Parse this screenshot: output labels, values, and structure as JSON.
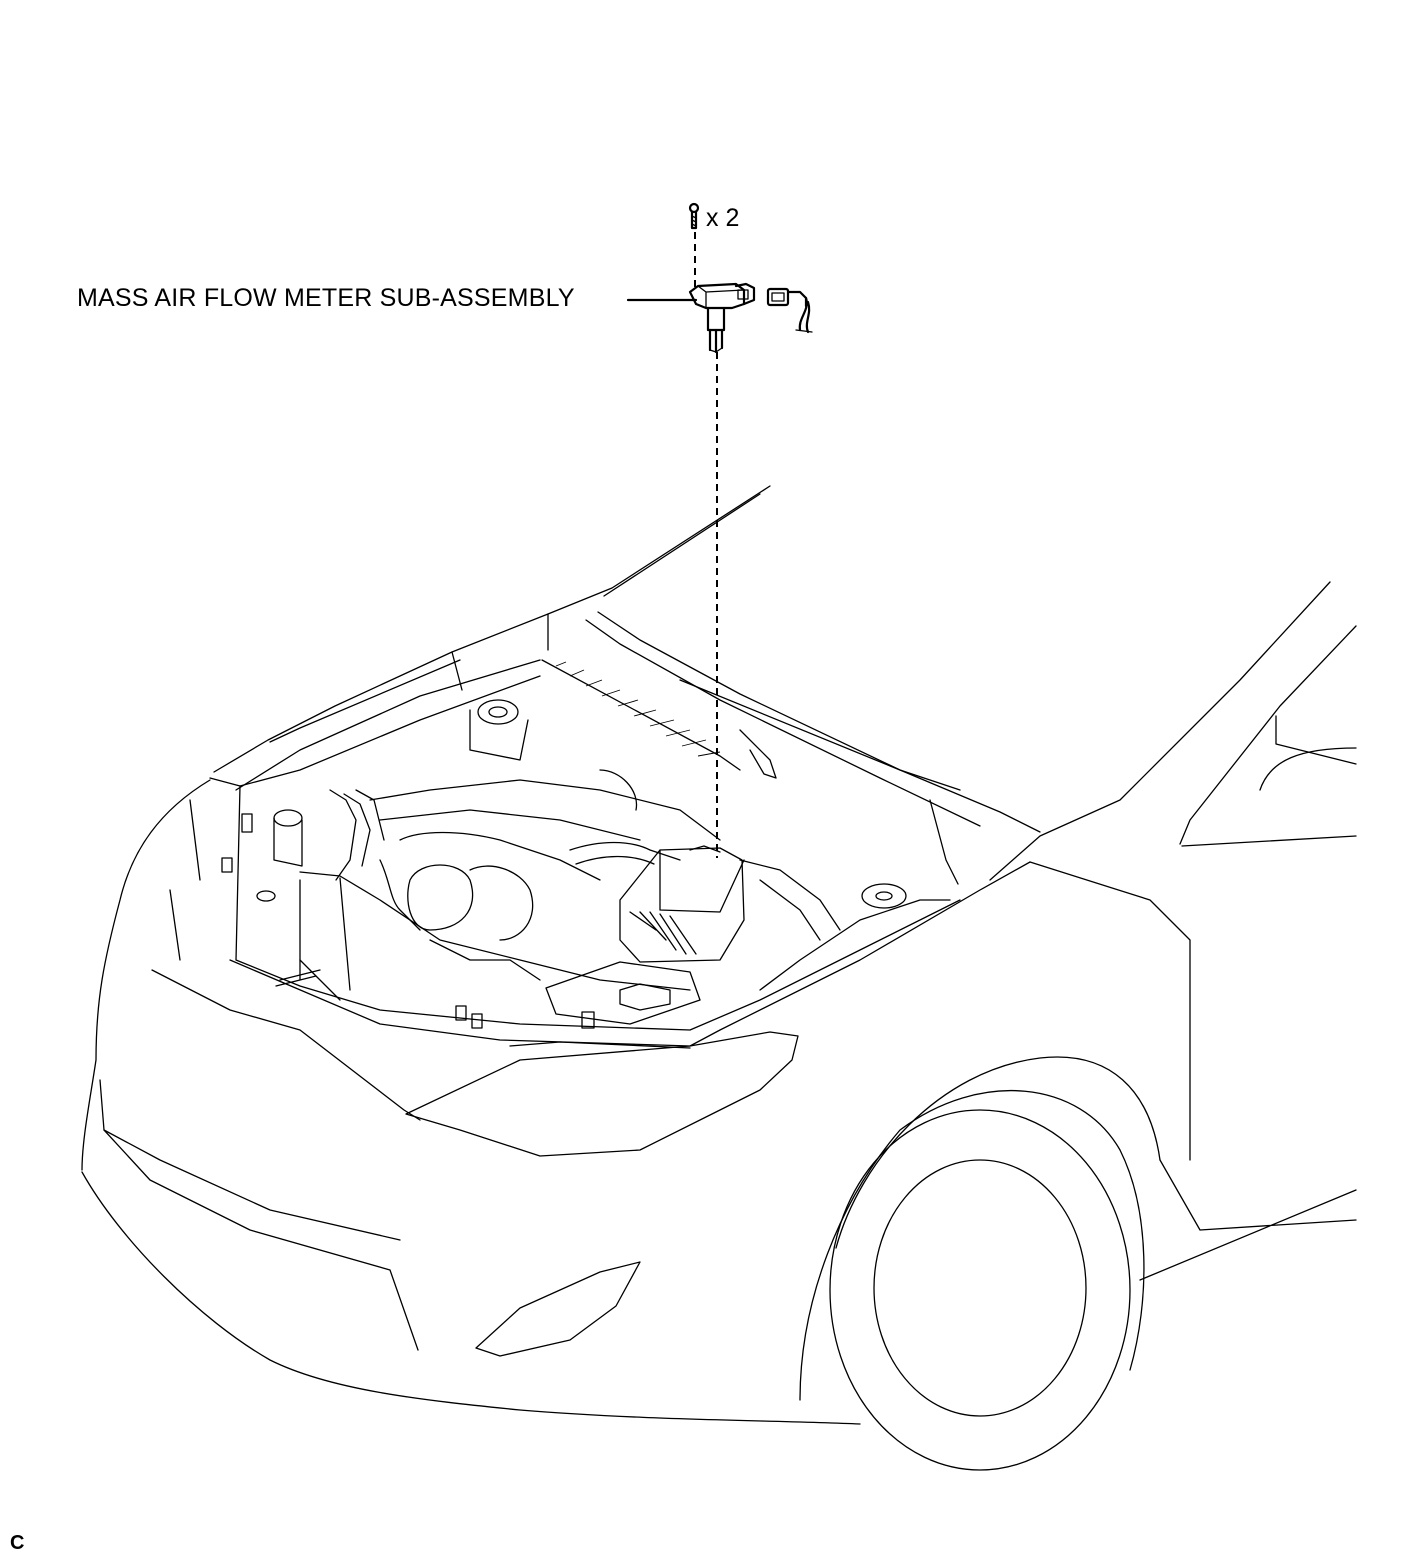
{
  "callouts": {
    "part_name": "MASS AIR FLOW METER SUB-ASSEMBLY",
    "bolt_quantity": "x 2"
  },
  "corner_mark": "C",
  "icons": {
    "bolt": "bolt-icon",
    "sensor": "mass-air-flow-meter-icon",
    "connector": "wire-connector-icon",
    "vehicle": "vehicle-front-open-hood"
  },
  "colors": {
    "line": "#000000",
    "background": "#ffffff"
  }
}
